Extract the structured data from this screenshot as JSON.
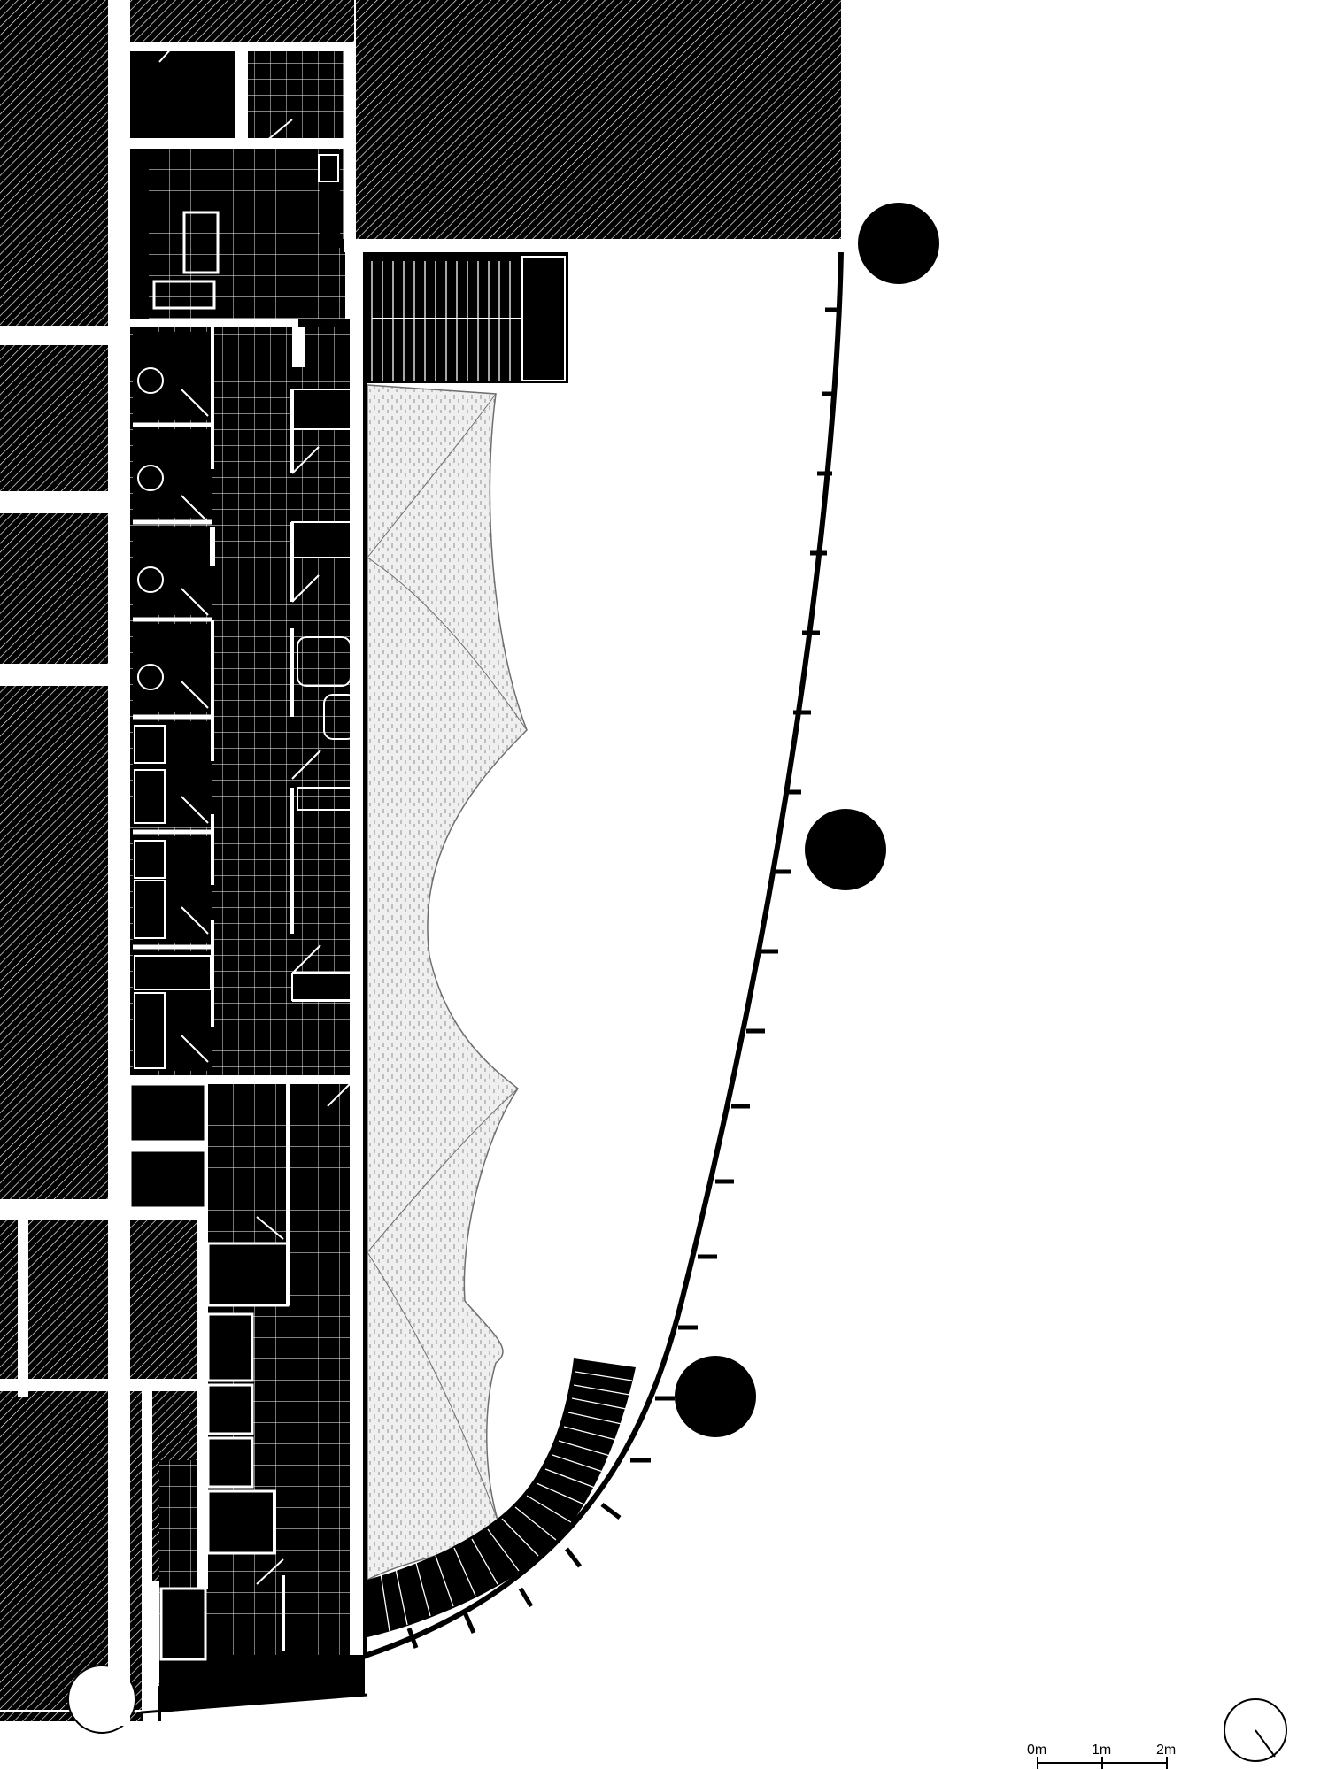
{
  "colors": {
    "fill": "#000000",
    "paper": "#ffffff",
    "hatch_stroke": "#ffffff",
    "membrane": "#e6e6e6",
    "membrane_dots": "#8c8c8c",
    "membrane_line": "#6e6e6e"
  },
  "scale_bar": {
    "labels": [
      "0m",
      "1m",
      "2m"
    ],
    "unit": "m"
  },
  "north_arrow": {
    "icon": "north-arrow-icon"
  },
  "elements": {
    "hatched_masses": "hatched-mass",
    "columns": "column",
    "stair": "stair",
    "membrane": "tensile-membrane",
    "facade": "curved-facade"
  }
}
